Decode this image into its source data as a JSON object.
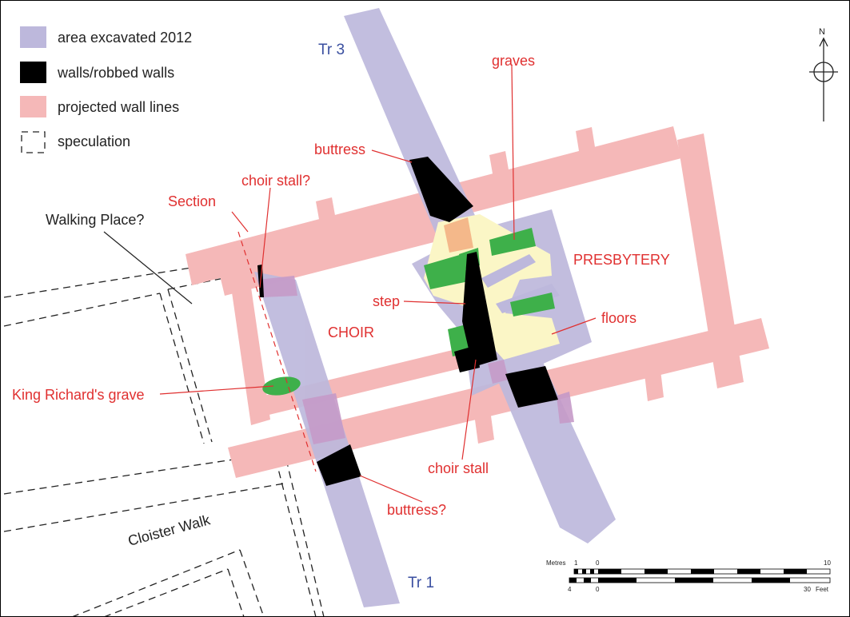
{
  "legend": {
    "items": [
      {
        "label": "area excavated 2012",
        "color": "#bdb8dc"
      },
      {
        "label": "walls/robbed walls",
        "color": "#000000"
      },
      {
        "label": "projected wall lines",
        "color": "#f5b8b8"
      },
      {
        "label": "speculation",
        "color": "#222222"
      }
    ]
  },
  "colors": {
    "excavated": "#bdb8dc",
    "walls": "#000000",
    "projected": "#f5b8b8",
    "graves": "#3eb04a",
    "floors": "#fbf6c6",
    "overlap": "#c59ac8",
    "labels_red": "#e03030",
    "labels_blue": "#3a4fa0"
  },
  "trenches": {
    "tr1": "Tr 1",
    "tr3": "Tr 3"
  },
  "labels": {
    "graves": "graves",
    "buttress": "buttress",
    "choir_stall_q": "choir stall?",
    "section": "Section",
    "walking_place": "Walking Place?",
    "presbytery": "PRESBYTERY",
    "step": "step",
    "choir": "CHOIR",
    "floors": "floors",
    "king_richards_grave": "King Richard's grave",
    "choir_stall": "choir stall",
    "buttress_q": "buttress?",
    "cloister_walk": "Cloister Walk"
  },
  "north_arrow": {
    "label": "N"
  },
  "scale_bar": {
    "metres_label": "Metres",
    "metres_ticks": [
      "1",
      "0",
      "10"
    ],
    "feet_label": "Feet",
    "feet_ticks": [
      "4",
      "0",
      "30"
    ]
  }
}
